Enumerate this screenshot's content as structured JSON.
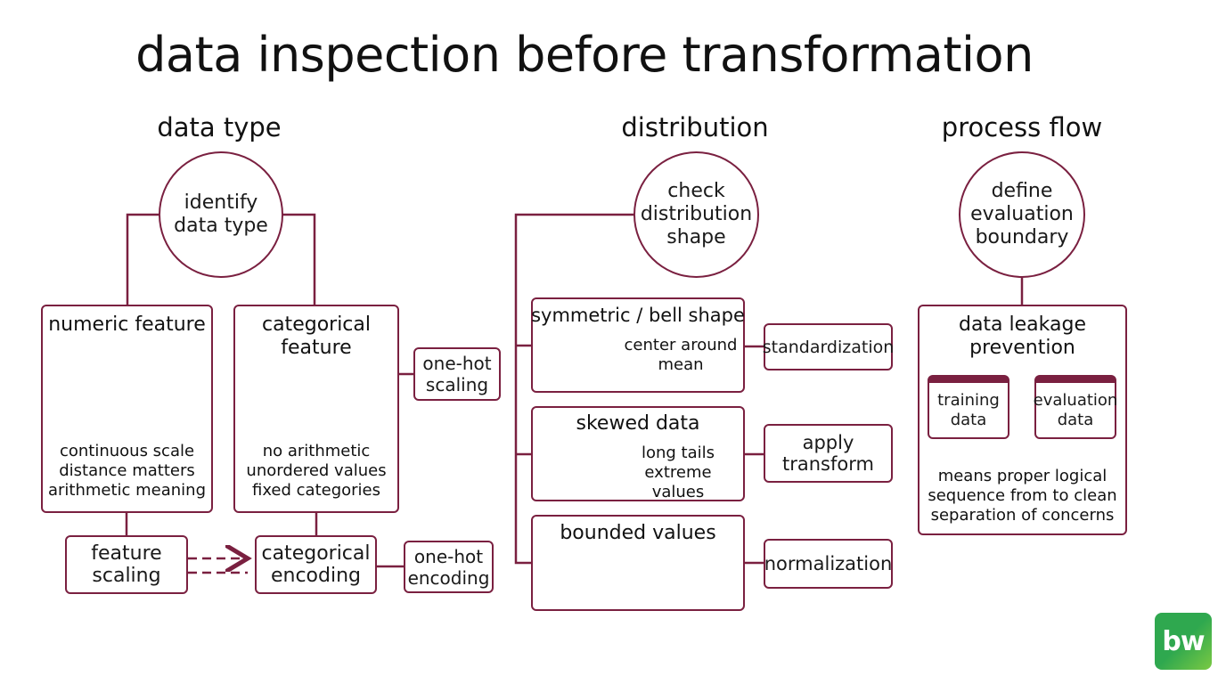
{
  "title": "data inspection before transformation",
  "sections": {
    "data_type": {
      "heading": "data type",
      "circle": "identify\ndata type",
      "numeric": {
        "title": "numeric feature",
        "desc": "continuous scale\ndistance matters\narithmetic meaning"
      },
      "categorical": {
        "title": "categorical\nfeature",
        "desc": "no arithmetic\nunordered values\nfixed categories"
      },
      "one_hot_scaling": "one-hot\nscaling",
      "feature_scaling": "feature\nscaling",
      "categorical_encoding": "categorical\nencoding",
      "one_hot_encoding": "one-hot\nencoding"
    },
    "distribution": {
      "heading": "distribution",
      "circle": "check\ndistribution\nshape",
      "symmetric": {
        "title": "symmetric / bell shape",
        "desc": "center around\nmean",
        "action": "standardization"
      },
      "skewed": {
        "title": "skewed data",
        "desc": "long tails\nextreme values",
        "action": "apply\ntransform"
      },
      "bounded": {
        "title": "bounded values",
        "action": "normalization"
      }
    },
    "process_flow": {
      "heading": "process flow",
      "circle": "define\nevaluation\nboundary",
      "box_title": "data leakage\nprevention",
      "training": "training\ndata",
      "evaluation": "evaluation\ndata",
      "desc": "means proper logical\nsequence from to clean\nseparation of concerns"
    }
  },
  "icons": [
    "numbers-123-icon",
    "chart-presentation-icon",
    "layers-stack-icon",
    "folder-document-icon",
    "bell-curve-icon",
    "histogram-icon",
    "boxplot-icon"
  ],
  "colors": {
    "accent": "#7a2040",
    "logo_green": "#2fa84f"
  },
  "logo": "bw"
}
